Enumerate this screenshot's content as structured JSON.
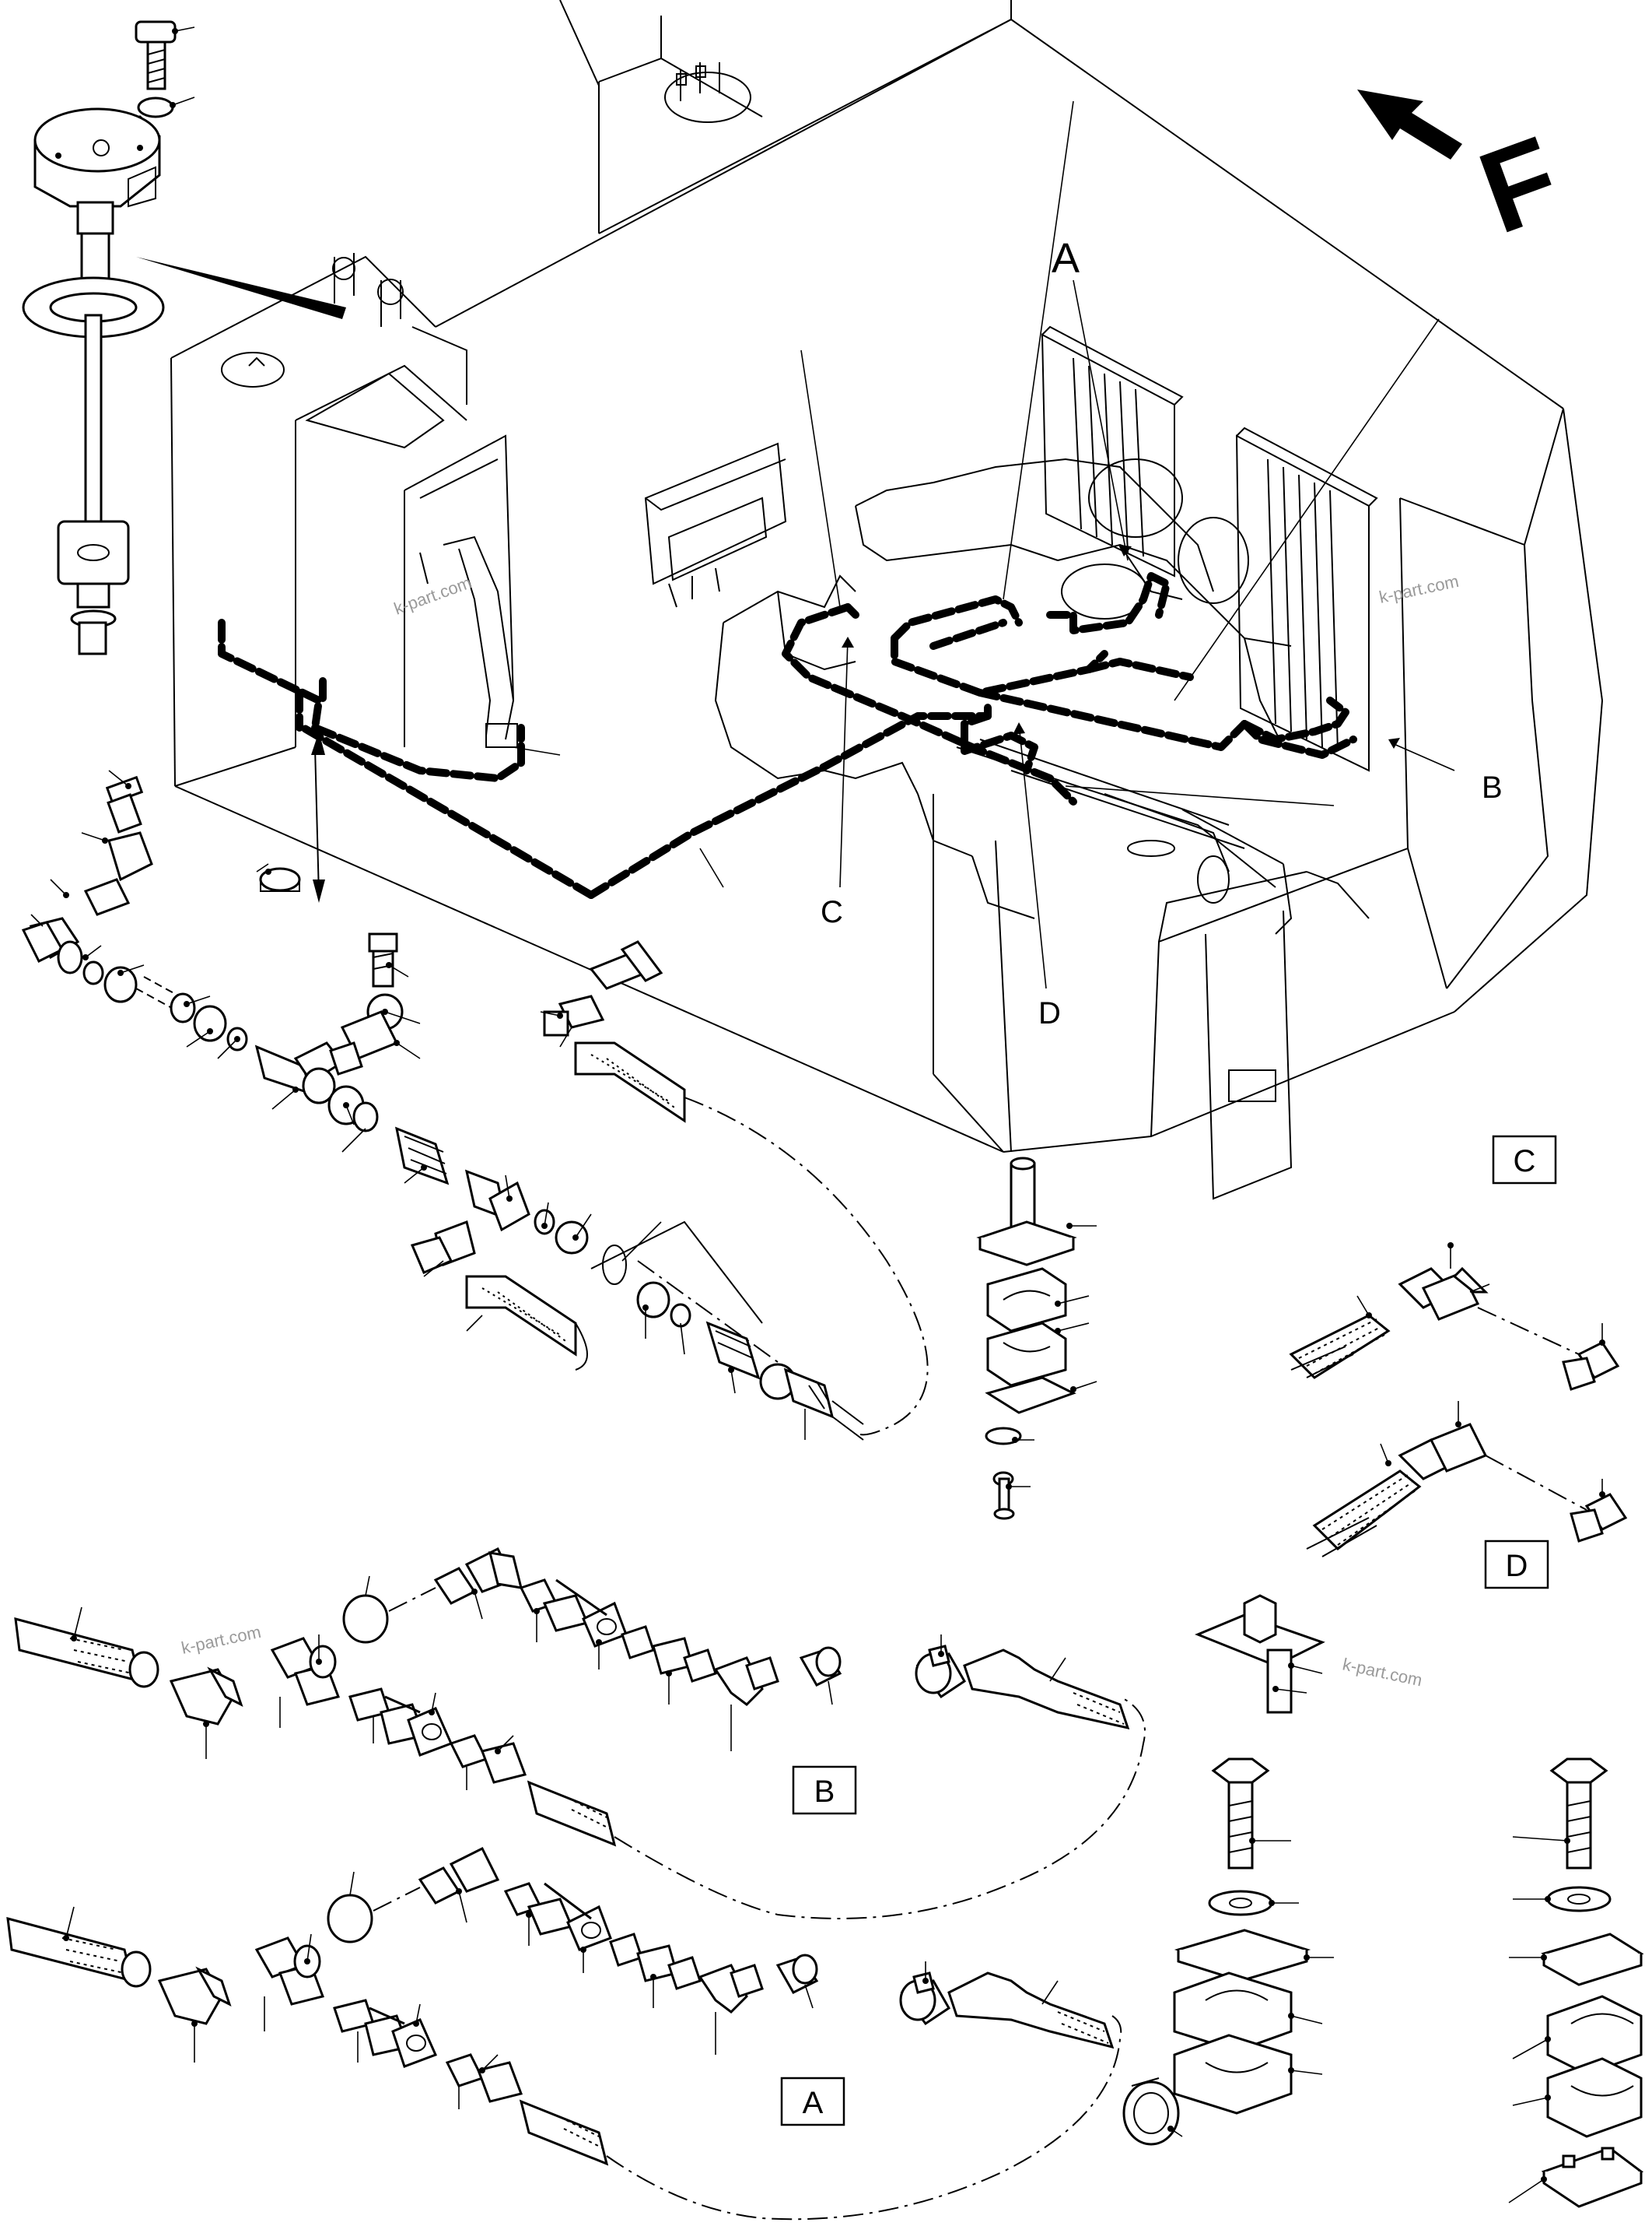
{
  "callouts": {
    "a": "A",
    "b": "B",
    "c": "C",
    "d": "D"
  },
  "detail_boxes": {
    "c": "C",
    "d": "D",
    "b": "B",
    "a": "A"
  },
  "front_marker": "F",
  "watermark": "k-part.com"
}
